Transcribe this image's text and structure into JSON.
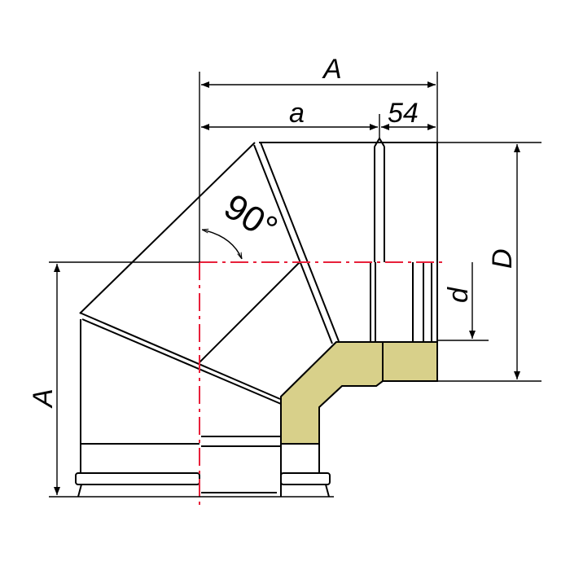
{
  "drawing": {
    "labels": {
      "top_overall": "A",
      "top_inner": "a",
      "top_collar": "54",
      "outer_diameter": "D",
      "inner_diameter": "d",
      "left_overall": "A",
      "angle": "90°"
    },
    "colors": {
      "line": "#000000",
      "centerline": "#e8203a",
      "insulation": "#d8d08a"
    }
  }
}
